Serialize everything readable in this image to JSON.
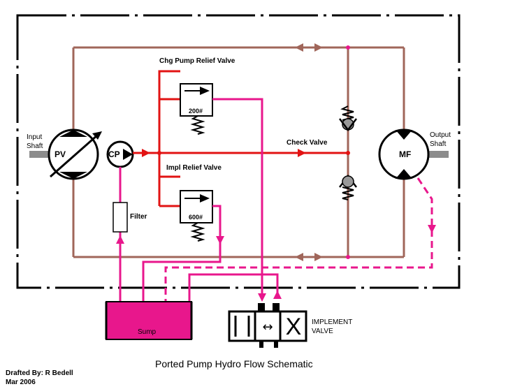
{
  "title": "Ported Pump Hydro Flow Schematic",
  "drafted_by": "Drafted By: R Bedell",
  "date": "Mar 2006",
  "labels": {
    "input_shaft_1": "Input",
    "input_shaft_2": "Shaft",
    "output_shaft_1": "Output",
    "output_shaft_2": "Shaft",
    "pv": "PV",
    "cp": "CP",
    "mf": "MF",
    "filter": "Filter",
    "sump": "Sump",
    "chg_relief": "Chg Pump Relief Valve",
    "impl_relief": "Impl Relief Valve",
    "check_valve": "Check Valve",
    "relief_200": "200#",
    "relief_600": "600#",
    "implement_1": "IMPLEMENT",
    "implement_2": "VALVE",
    "valve_x": "X",
    "valve_arrow": "↔"
  },
  "colors": {
    "loop": "#a0665a",
    "charge": "#e21313",
    "return": "#e8178c",
    "shaft": "#8c8c8c",
    "sump": "#e8178c"
  }
}
